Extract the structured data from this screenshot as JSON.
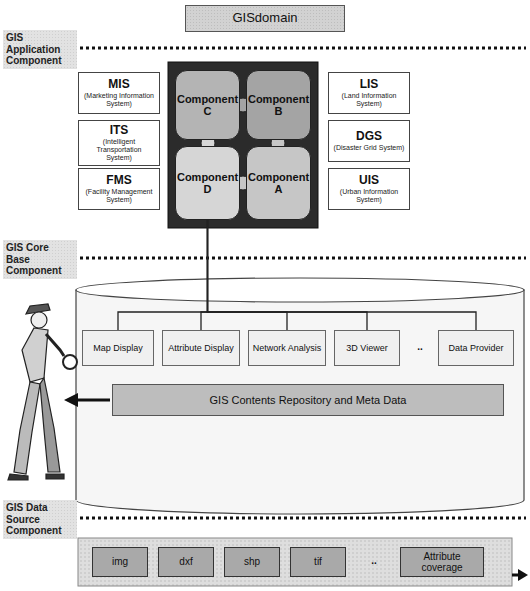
{
  "diagram": {
    "nodes": [
      {
        "text": [
          "GISdomain"
        ]
      },
      {
        "text": [
          "MIS",
          "(Marketing Information System)"
        ]
      },
      {
        "text": [
          "ITS",
          "(Intelligent Transportation System)"
        ]
      },
      {
        "text": [
          "FMS",
          "(Facility Management System)"
        ]
      },
      {
        "text": [
          "Component A"
        ]
      },
      {
        "text": [
          "Component B"
        ]
      },
      {
        "text": [
          "Component C"
        ]
      },
      {
        "text": [
          "Component D"
        ]
      },
      {
        "text": [
          "LIS",
          "(Land Information System)"
        ]
      },
      {
        "text": [
          "DGS",
          "(Disaster Grid System)"
        ]
      },
      {
        "text": [
          "UIS",
          "(Urban Information System)"
        ]
      },
      {
        "text": [
          "Map Display"
        ]
      },
      {
        "text": [
          "Attribute Display"
        ]
      },
      {
        "text": [
          "Network Analysis"
        ]
      },
      {
        "text": [
          "3D Viewer"
        ]
      },
      {
        "text": [
          "Data Provider"
        ]
      },
      {
        "text": [
          "GIS Contents Repository and Meta Data"
        ]
      },
      {
        "text": [
          "img"
        ]
      },
      {
        "text": [
          "dxf"
        ]
      },
      {
        "text": [
          "shp"
        ]
      },
      {
        "text": [
          "tif"
        ]
      },
      {
        "text": [
          "Attribute coverage"
        ]
      }
    ],
    "edges": [
      {
        "from": 7,
        "to": 11,
        "arrow": "none"
      },
      {
        "from": 7,
        "to": 12,
        "arrow": "none"
      },
      {
        "from": 7,
        "to": 13,
        "arrow": "none"
      },
      {
        "from": 7,
        "to": 14,
        "arrow": "none"
      },
      {
        "from": 7,
        "to": 15,
        "arrow": "none"
      }
    ],
    "labels": [
      "GIS Application Component",
      "GIS Core Base Component",
      "GIS Data Source Component",
      "..",
      ".."
    ]
  }
}
